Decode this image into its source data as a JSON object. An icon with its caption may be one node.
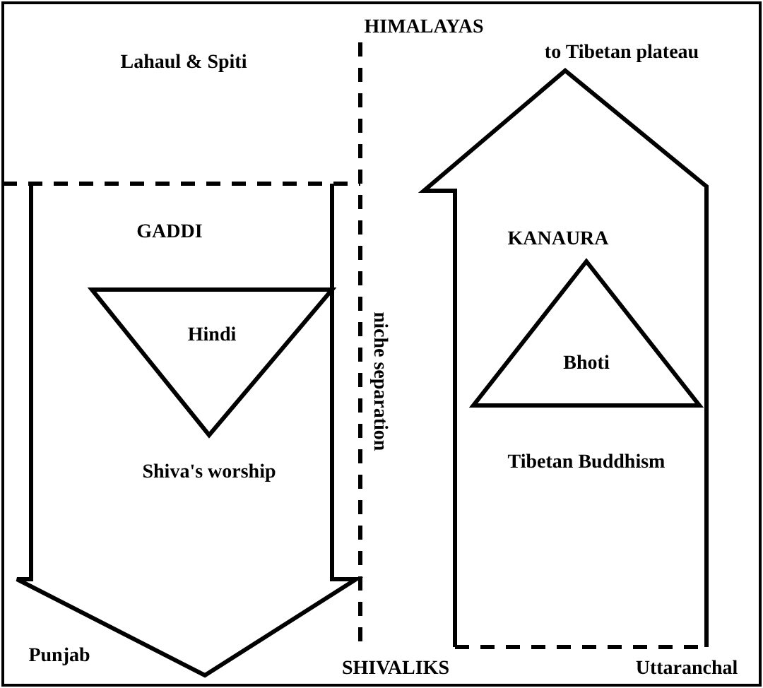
{
  "diagram": {
    "nodes": [
      {
        "text": [
          "GADDI",
          "Shiva's worship"
        ]
      },
      {
        "text": [
          "Hindi"
        ],
        "in": 0
      },
      {
        "text": [
          "KANAURA",
          "Tibetan Buddhism"
        ]
      },
      {
        "text": [
          "Bhoti"
        ],
        "in": 2
      }
    ],
    "edges": [],
    "labels": [
      "HIMALAYAS",
      "Lahaul & Spiti",
      "to Tibetan plateau",
      "niche separation",
      "Punjab",
      "SHIVALIKS",
      "Uttaranchal"
    ]
  }
}
